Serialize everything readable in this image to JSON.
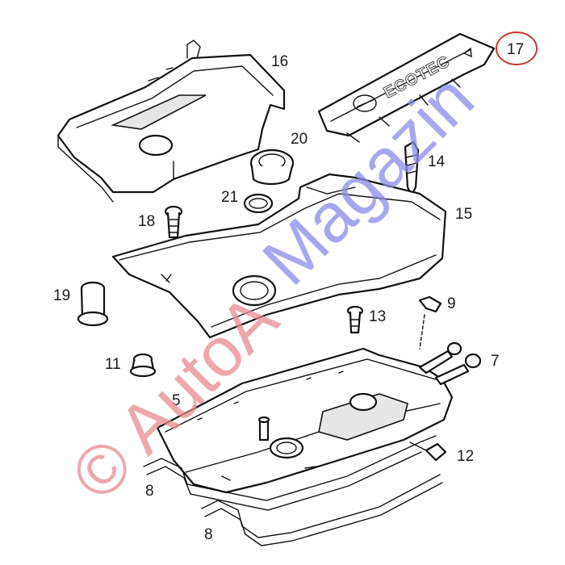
{
  "diagram": {
    "callouts": {
      "p5": "5",
      "p7": "7",
      "p8a": "8",
      "p8b": "8",
      "p9": "9",
      "p11": "11",
      "p12": "12",
      "p13": "13",
      "p14": "14",
      "p15": "15",
      "p16": "16",
      "p17": "17",
      "p18": "18",
      "p19": "19",
      "p20": "20",
      "p21": "21"
    },
    "highlighted_callout": "17",
    "highlight_color": "#c0392b",
    "cover_brand_text": "ECOTEC"
  },
  "watermark": {
    "text_autoa": "© AutoA",
    "text_magazin": "Magazin",
    "color_red": "#e88a90",
    "color_blue": "#8a8aea"
  }
}
